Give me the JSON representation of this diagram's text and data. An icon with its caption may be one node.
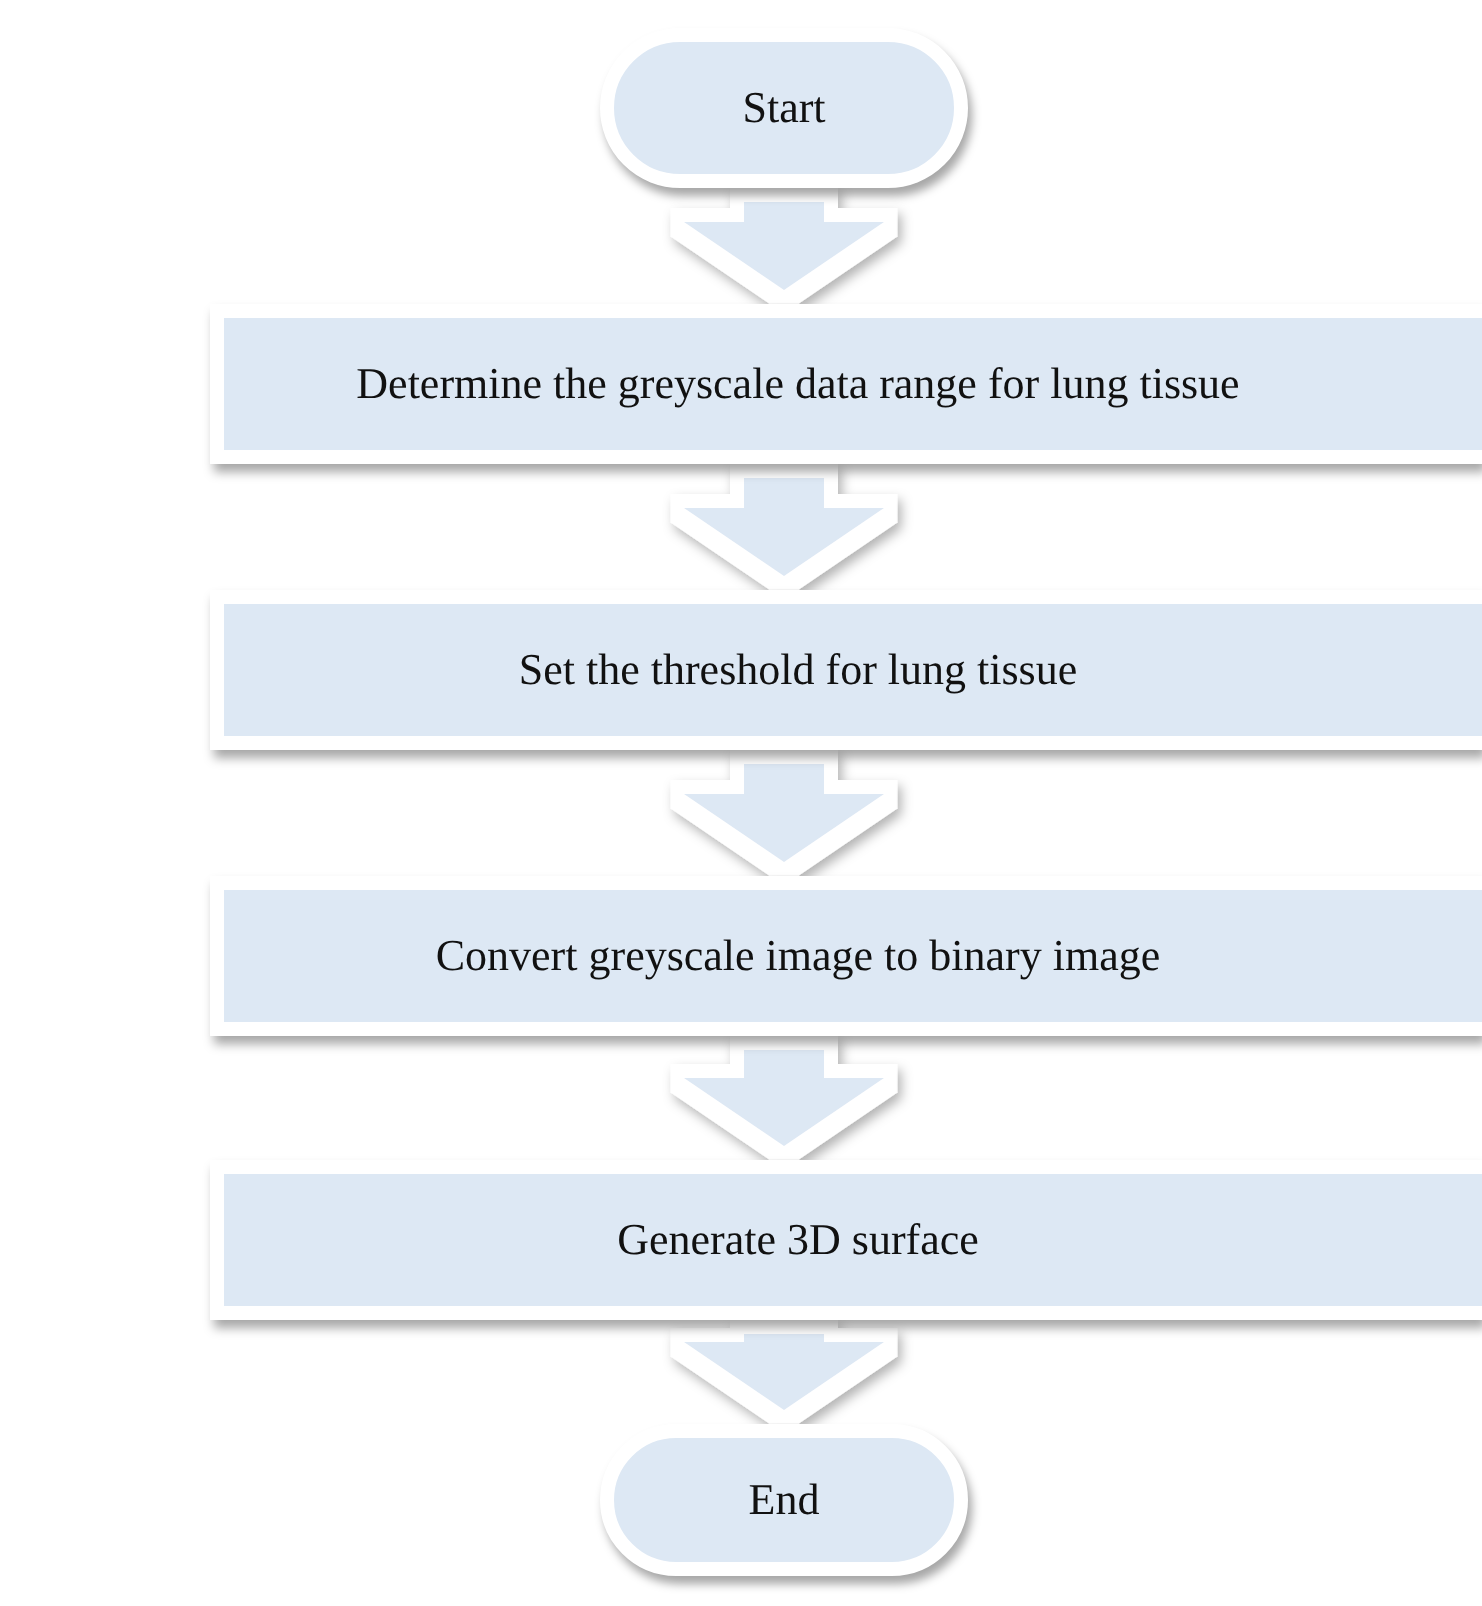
{
  "diagram": {
    "nodes": [
      {
        "text": [
          "Start"
        ]
      },
      {
        "text": [
          "Determine the greyscale data range for lung tissue"
        ]
      },
      {
        "text": [
          "Set the threshold for lung tissue"
        ]
      },
      {
        "text": [
          "Convert greyscale image to binary image"
        ]
      },
      {
        "text": [
          "Generate 3D surface"
        ]
      },
      {
        "text": [
          "End"
        ]
      }
    ],
    "edges": [
      {
        "from": 0,
        "to": 1,
        "arrow": "to"
      },
      {
        "from": 1,
        "to": 2,
        "arrow": "to"
      },
      {
        "from": 2,
        "to": 3,
        "arrow": "to"
      },
      {
        "from": 3,
        "to": 4,
        "arrow": "to"
      },
      {
        "from": 4,
        "to": 5,
        "arrow": "to"
      }
    ]
  }
}
